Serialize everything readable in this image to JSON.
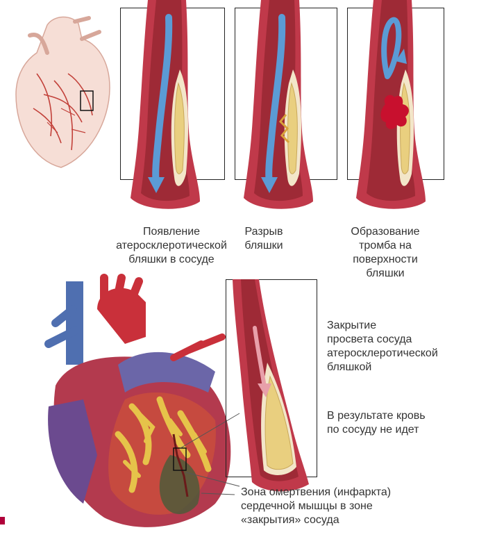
{
  "captions": {
    "stage1": "Появление\nатеросклеротической\nбляшки в сосуде",
    "stage2": "Разрыв\nбляшки",
    "stage3": "Образование\nтромба на\nповерхности\nбляшки",
    "closure": "Закрытие\nпросвета сосуда\nатеросклеротической\nбляшкой",
    "result": "В результате кровь\nпо сосуду не идет",
    "infarct": "Зона омертвения (инфаркта)\nсердечной мышцы в зоне\n«закрытия» сосуда"
  },
  "colors": {
    "vessel_wall": "#c0394a",
    "vessel_inner": "#9e2a36",
    "plaque": "#e9cf7f",
    "blood_flow": "#5b9bd5",
    "thrombus": "#c8102e",
    "accent_marker": "#b0003a"
  },
  "icons": {
    "flow_arrow": "blue-arrow",
    "closed_flow": "pink-arrow"
  }
}
